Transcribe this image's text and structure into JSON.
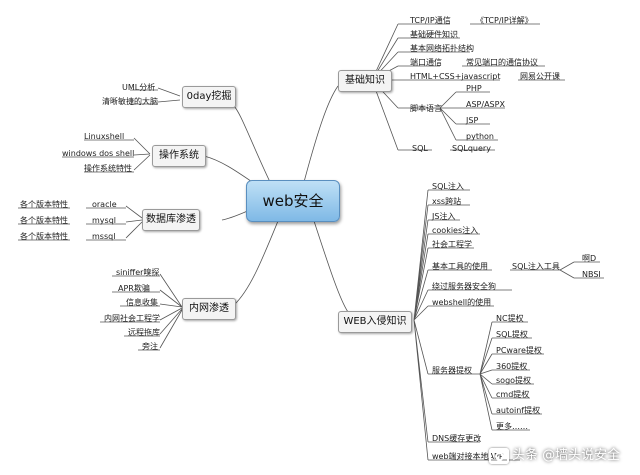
{
  "root": "web安全",
  "left_branches": {
    "0day": {
      "title": "0day挖掘",
      "items": [
        "UML分析",
        "清晰敏捷的大脑"
      ]
    },
    "os": {
      "title": "操作系统",
      "items": [
        "Linuxshell",
        "windows dos shell",
        "操作系统特性"
      ]
    },
    "db": {
      "title": "数据库渗透",
      "items": [
        "各个版本特性",
        "各个版本特性",
        "各个版本特性"
      ],
      "targets": [
        "oracle",
        "mysql",
        "mssql"
      ]
    },
    "intranet": {
      "title": "内网渗透",
      "items": [
        "siniffer嗅探",
        "APR欺骗",
        "信息收集",
        "内网社会工程学",
        "远程拖库",
        "旁注"
      ]
    }
  },
  "basics": {
    "title": "基础知识",
    "tcpip": "TCP/IP通信",
    "tcpip_detail": "《TCP/IP详解》",
    "hardware": "基础硬件知识",
    "topology": "基本网络拓扑结构",
    "ports": "端口通信",
    "ports_detail": "常见端口的通信协议",
    "web": "HTML+CSS+javascript",
    "web_detail": "网易公开课",
    "script": "脚本语言",
    "script_items": [
      "PHP",
      "ASP/ASPX",
      "JSP",
      "python"
    ],
    "sql": "SQL",
    "sql_detail": "SQLquery"
  },
  "web_intrusion": {
    "title": "WEB入侵知识",
    "items": [
      "SQL注入",
      "xss跨站",
      "JS注入",
      "cookies注入",
      "社会工程学"
    ],
    "tools": "基本工具的使用",
    "sqli_tools": "SQL注入工具",
    "sqli_tool_items": [
      "啊D",
      "NBSI"
    ],
    "bypass": "绕过服务器安全狗",
    "webshell": "webshell的使用",
    "privesc": "服务器提权",
    "privesc_items": [
      "NC提权",
      "SQL提权",
      "PCware提权",
      "360提权",
      "sogo提权",
      "cmd提权",
      "autoinf提权",
      "更多……"
    ],
    "dns": "DNS缓存更改",
    "tail": "web端对接本地APP"
  },
  "watermark": "头条 @墙头说安全"
}
